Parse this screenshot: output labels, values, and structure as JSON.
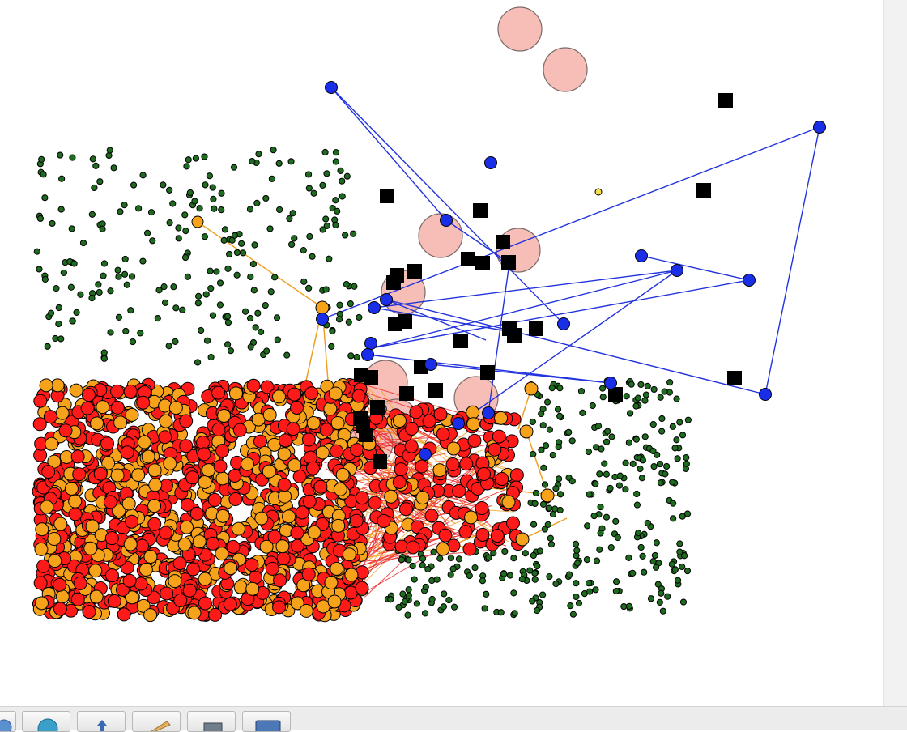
{
  "window": {
    "background": "#ffffff"
  },
  "graph": {
    "colors": {
      "red_node": "#ff1a1a",
      "orange_node": "#f7a21b",
      "green_node": "#1f6b1f",
      "blue_node": "#1a2ee8",
      "black_node": "#000000",
      "pink_circle": "#f6b3ab",
      "blue_edge": "#2233dd",
      "orange_edge": "#f0a020",
      "red_edge": "#ee2222",
      "yellow_node": "#f5e04a"
    },
    "node_shapes": {
      "red_node": "circle",
      "orange_node": "circle",
      "green_node": "small-circle",
      "blue_node": "circle",
      "black_node": "square",
      "pink_circle": "large-circle"
    }
  },
  "toolbar": {
    "buttons": [
      {
        "name": "zoom-button",
        "icon": "magnifier-icon"
      },
      {
        "name": "globe-button",
        "icon": "globe-icon"
      },
      {
        "name": "up-button",
        "icon": "arrow-up-icon"
      },
      {
        "name": "edit-button",
        "icon": "pencil-icon"
      },
      {
        "name": "print-button",
        "icon": "printer-icon"
      },
      {
        "name": "screen-button",
        "icon": "monitor-icon"
      }
    ]
  }
}
